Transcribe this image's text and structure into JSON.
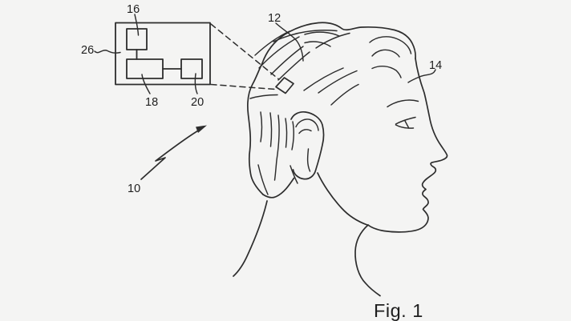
{
  "figure": {
    "caption": "Fig. 1",
    "reference_labels": {
      "n10": "10",
      "n12": "12",
      "n14": "14",
      "n16": "16",
      "n18": "18",
      "n20": "20",
      "n26": "26"
    },
    "colors": {
      "background": "#f4f4f3",
      "ink": "#2d2d2d"
    }
  }
}
